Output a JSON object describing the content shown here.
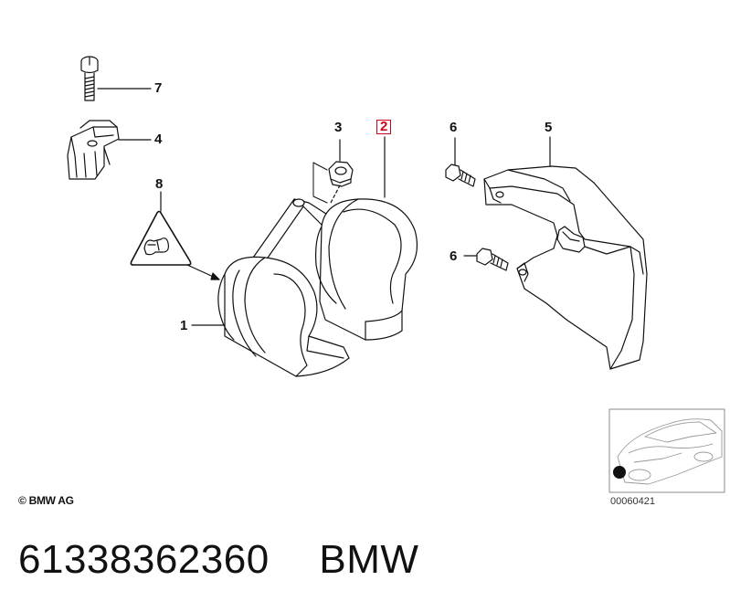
{
  "callouts": [
    {
      "id": "1",
      "label": "1"
    },
    {
      "id": "2",
      "label": "2",
      "highlight": true,
      "highlight_color": "#d0021b"
    },
    {
      "id": "3",
      "label": "3"
    },
    {
      "id": "4",
      "label": "4"
    },
    {
      "id": "5",
      "label": "5"
    },
    {
      "id": "6a",
      "label": "6"
    },
    {
      "id": "6b",
      "label": "6"
    },
    {
      "id": "7",
      "label": "7"
    },
    {
      "id": "8",
      "label": "8"
    }
  ],
  "copyright": "© BMW AG",
  "reference_code": "00060421",
  "part_number": "61338362360",
  "brand": "BMW",
  "icons": [
    "bolt-icon",
    "nut-icon",
    "horn-icon",
    "bracket-icon",
    "cover-icon",
    "warning-triangle-icon",
    "car-locator-icon"
  ]
}
